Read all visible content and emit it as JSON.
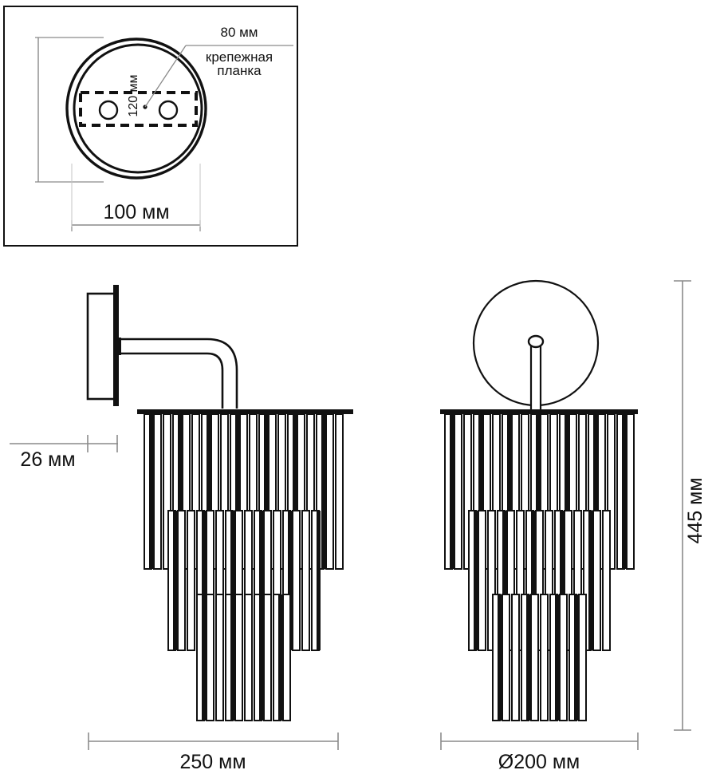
{
  "document": {
    "kind": "technical-drawing",
    "subject": "wall-sconce-dimension-drawing",
    "background_color": "#ffffff",
    "line_color": "#111111",
    "dimension_line_color": "#808080"
  },
  "detail_panel": {
    "name": "mounting-plate-detail",
    "dimensions": {
      "width_label": "100 мм",
      "height_label": "120 мм",
      "bracket_label": "80 мм"
    },
    "annotation": {
      "line1": "крепежная",
      "line2": "планка"
    }
  },
  "views": {
    "side": {
      "name": "side-view",
      "depth_label": "26 мм",
      "width_label": "250 мм"
    },
    "front": {
      "name": "front-view",
      "diameter_label": "Ø200 мм",
      "height_label": "445 мм"
    }
  },
  "lamp": {
    "tiers": 3,
    "rod_count_tier1": 22,
    "rod_count_tier2": 16,
    "rod_count_tier3": 10
  }
}
